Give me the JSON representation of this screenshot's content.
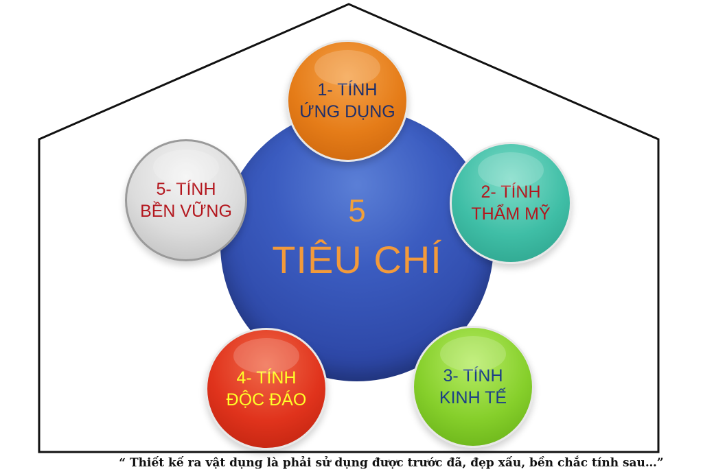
{
  "center": {
    "number": "5",
    "title": "TIÊU CHÍ"
  },
  "criteria": [
    {
      "label": "1- TÍNH ỨNG DỤNG",
      "color": "#e57c18",
      "text_color": "#1e2f6b"
    },
    {
      "label": "2- TÍNH THẨM MỸ",
      "color": "#3fbea6",
      "text_color": "#b3161d"
    },
    {
      "label": "3- TÍNH KINH TẾ",
      "color": "#86cf2b",
      "text_color": "#1c3f87"
    },
    {
      "label": "4- TÍNH ĐỘC ĐÁO",
      "color": "#e0331c",
      "text_color": "#ffff2a"
    },
    {
      "label": "5- TÍNH BỀN VỮNG",
      "color": "#dcdcdc",
      "text_color": "#b3161d"
    }
  ],
  "quote": "“ Thiết kế ra vật dụng là phải sử dụng được trước đã, đẹp xấu, bền chắc tính sau…”"
}
